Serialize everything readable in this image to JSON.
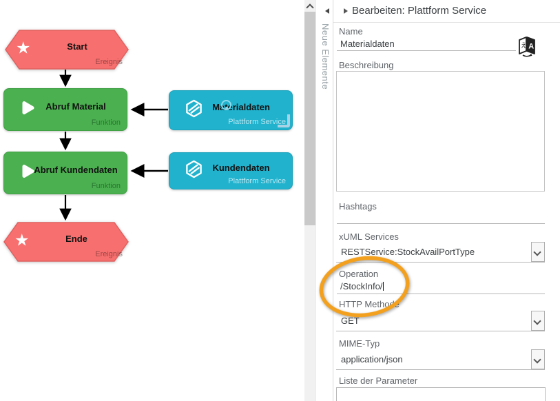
{
  "diagram": {
    "nodes": [
      {
        "label": "Start",
        "type_label": "Ereignis"
      },
      {
        "label": "Abruf Material",
        "type_label": "Funktion"
      },
      {
        "label": "Materialdaten",
        "type_label": "Plattform Service"
      },
      {
        "label": "Abruf Kundendaten",
        "type_label": "Funktion"
      },
      {
        "label": "Kundendaten",
        "type_label": "Plattform Service"
      },
      {
        "label": "Ende",
        "type_label": "Ereignis"
      }
    ],
    "colors": {
      "event_fill": "#f7706f",
      "function_fill": "#4bb050",
      "service_fill": "#21b2cd",
      "arrow": "#000000"
    }
  },
  "palette": {
    "label": "Neue Elemente"
  },
  "panel": {
    "title": "Bearbeiten: Plattform Service",
    "fields": {
      "name": {
        "label": "Name",
        "value": "Materialdaten"
      },
      "beschreibung": {
        "label": "Beschreibung",
        "value": ""
      },
      "hashtags": {
        "label": "Hashtags",
        "value": ""
      },
      "xuml": {
        "label": "xUML Services",
        "value": "RESTService:StockAvailPortType"
      },
      "operation": {
        "label": "Operation",
        "value": "/StockInfo/"
      },
      "http": {
        "label": "HTTP Methode",
        "value": "GET"
      },
      "mime": {
        "label": "MIME-Typ",
        "value": "application/json"
      },
      "parameter": {
        "label": "Liste der Parameter",
        "value": ""
      }
    }
  },
  "annotation": {
    "color": "#f2a01d"
  },
  "icons": {
    "star": "★"
  }
}
